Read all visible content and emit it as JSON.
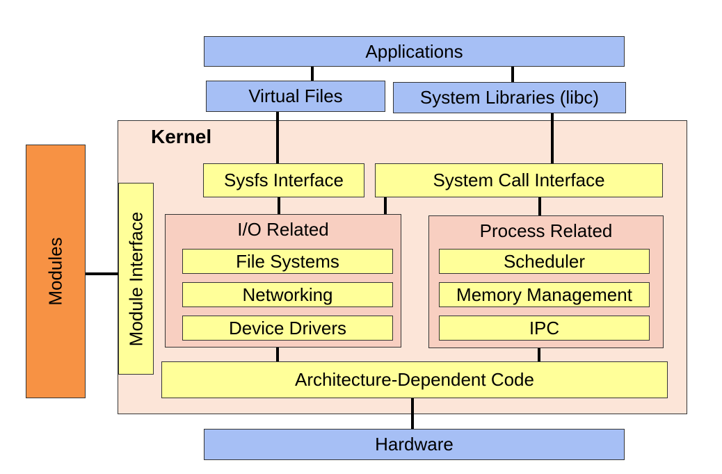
{
  "diagram": {
    "applications": "Applications",
    "virtual_files": "Virtual Files",
    "system_libraries": "System Libraries (libc)",
    "kernel": "Kernel",
    "modules": "Modules",
    "module_interface": "Module Interface",
    "sysfs_interface": "Sysfs Interface",
    "system_call_interface": "System Call Interface",
    "io_related": {
      "title": "I/O Related",
      "items": [
        "File Systems",
        "Networking",
        "Device Drivers"
      ]
    },
    "process_related": {
      "title": "Process Related",
      "items": [
        "Scheduler",
        "Memory Management",
        "IPC"
      ]
    },
    "architecture_dependent_code": "Architecture-Dependent Code",
    "hardware": "Hardware"
  },
  "colors": {
    "user_space": "#a6bff5",
    "kernel_background": "#fce5d8",
    "subsystem_group": "#f8cfc1",
    "component": "#ffff99",
    "modules": "#f79244",
    "connector": "#000000"
  }
}
